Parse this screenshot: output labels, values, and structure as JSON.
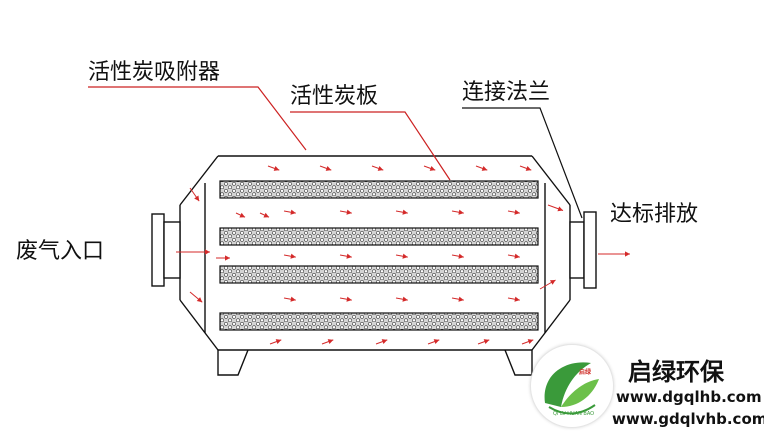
{
  "labels": {
    "adsorber": "活性炭吸附器",
    "carbon_plate": "活性炭板",
    "flange": "连接法兰",
    "inlet": "废气入口",
    "outlet": "达标排放"
  },
  "brand": {
    "name": "启绿环保",
    "url1": "www.dgqlhb.com",
    "url2": "www.gdqlvhb.com",
    "logo_badge": "启绿",
    "logo_caption": "QI LV HUAN BAO"
  },
  "colors": {
    "line": "#111111",
    "leader": "#cc2222",
    "arrow": "#d42a2a",
    "plate_fill": "#cfcfcf",
    "logo_green": "#3a9a3a",
    "logo_red": "#d0322d"
  }
}
